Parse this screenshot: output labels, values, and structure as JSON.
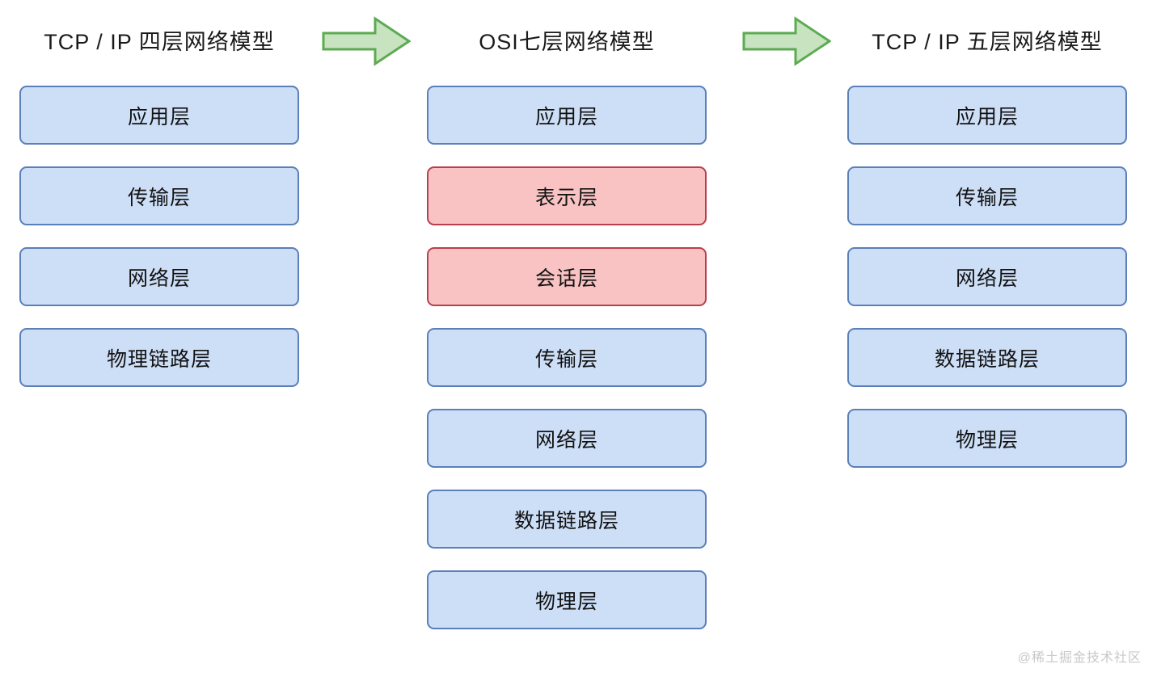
{
  "diagram": {
    "background_color": "#ffffff",
    "columns": [
      {
        "id": "tcp-ip-four-layer",
        "title": "TCP / IP  四层网络模型",
        "layers": [
          {
            "label": "应用层",
            "style": "blue"
          },
          {
            "label": "传输层",
            "style": "blue"
          },
          {
            "label": "网络层",
            "style": "blue"
          },
          {
            "label": "物理链路层",
            "style": "blue"
          }
        ]
      },
      {
        "id": "osi-seven-layer",
        "title": "OSI七层网络模型",
        "layers": [
          {
            "label": "应用层",
            "style": "blue"
          },
          {
            "label": "表示层",
            "style": "red"
          },
          {
            "label": "会话层",
            "style": "red"
          },
          {
            "label": "传输层",
            "style": "blue"
          },
          {
            "label": "网络层",
            "style": "blue"
          },
          {
            "label": "数据链路层",
            "style": "blue"
          },
          {
            "label": "物理层",
            "style": "blue"
          }
        ]
      },
      {
        "id": "tcp-ip-five-layer",
        "title": "TCP / IP  五层网络模型",
        "layers": [
          {
            "label": "应用层",
            "style": "blue"
          },
          {
            "label": "传输层",
            "style": "blue"
          },
          {
            "label": "网络层",
            "style": "blue"
          },
          {
            "label": "数据链路层",
            "style": "blue"
          },
          {
            "label": "物理层",
            "style": "blue"
          }
        ]
      }
    ],
    "arrows": [
      {
        "id": "arrow-one",
        "direction": "right",
        "fill": "#c7e3c0",
        "stroke": "#5cab52"
      },
      {
        "id": "arrow-two",
        "direction": "right",
        "fill": "#c7e3c0",
        "stroke": "#5cab52"
      }
    ],
    "colors": {
      "blue_fill": "#cddef7",
      "blue_border": "#5b7fb8",
      "red_fill": "#f9c3c4",
      "red_border": "#b8404c",
      "arrow_fill": "#c7e3c0",
      "arrow_border": "#5cab52",
      "text": "#121212",
      "watermark": "#c8c8c8"
    }
  },
  "watermark": {
    "text": "@稀土掘金技术社区"
  }
}
